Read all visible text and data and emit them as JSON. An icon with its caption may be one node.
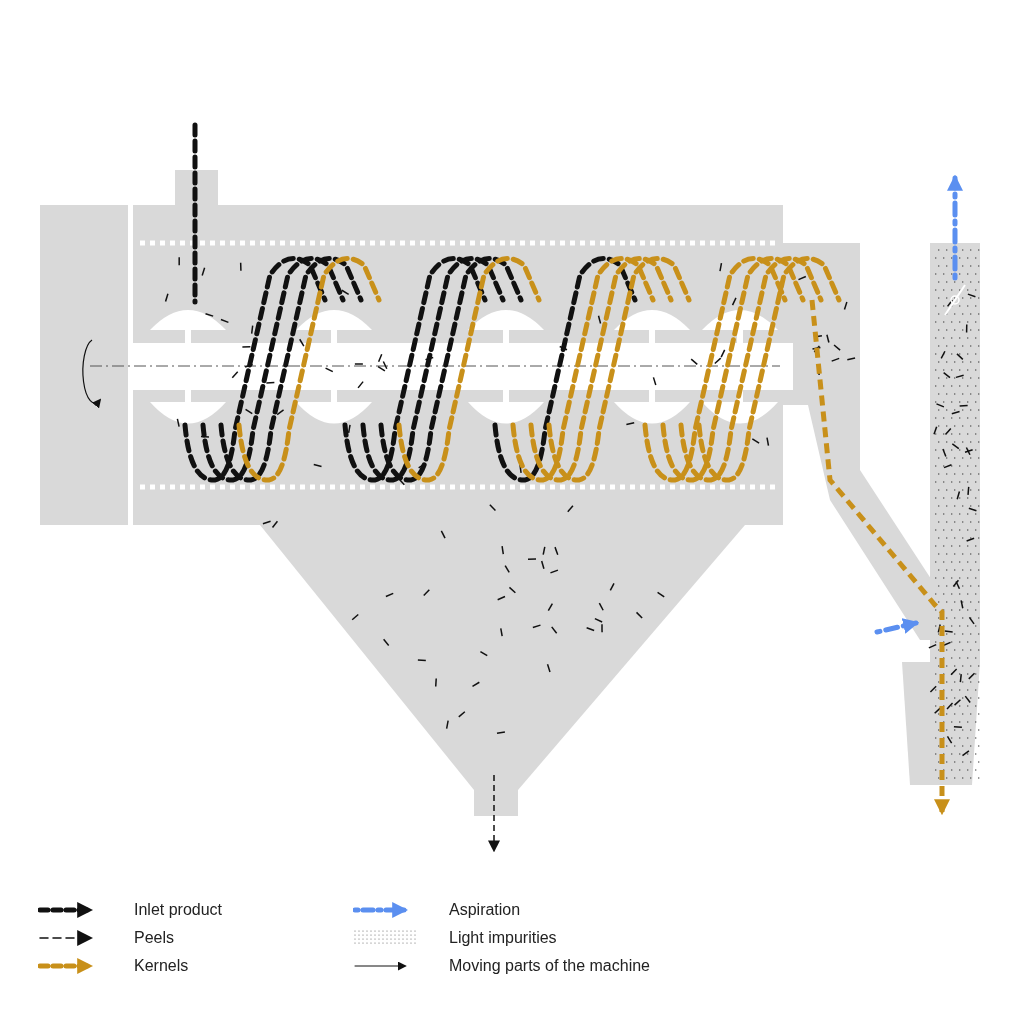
{
  "diagram": {
    "legend": [
      {
        "text": "Inlet product"
      },
      {
        "text": "Peels"
      },
      {
        "text": "Kernels"
      },
      {
        "text": "Aspiration"
      },
      {
        "text": "Light impurities"
      },
      {
        "text": "Moving parts of the machine"
      }
    ]
  }
}
